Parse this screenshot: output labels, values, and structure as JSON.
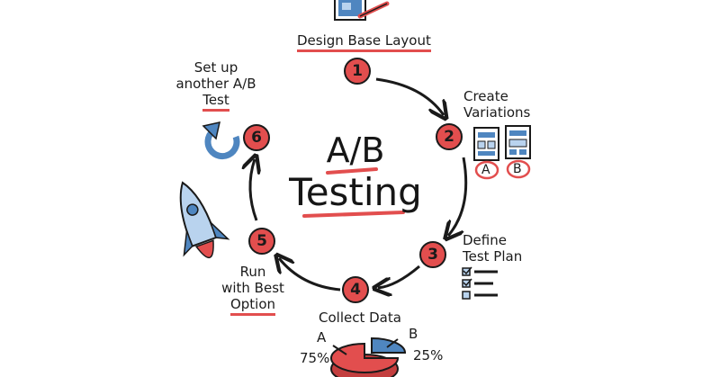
{
  "title": {
    "line1": "A/B",
    "line2": "Testing"
  },
  "steps": [
    {
      "number": "1",
      "label": "Design Base Layout"
    },
    {
      "number": "2",
      "label_line1": "Create",
      "label_line2": "Variations"
    },
    {
      "number": "3",
      "label_line1": "Define",
      "label_line2": "Test Plan"
    },
    {
      "number": "4",
      "label": "Collect Data"
    },
    {
      "number": "5",
      "label_line1": "Run",
      "label_line2": "with Best",
      "label_line3": "Option"
    },
    {
      "number": "6",
      "label_line1": "Set up",
      "label_line2": "another A/B",
      "label_line3": "Test"
    }
  ],
  "variations": {
    "a": "A",
    "b": "B"
  },
  "pie": {
    "a_label": "A",
    "a_value": "75%",
    "b_label": "B",
    "b_value": "25%",
    "a_fraction": 0.75,
    "b_fraction": 0.25
  },
  "icons": {
    "step1": "layout-pencil-icon",
    "step2": "variation-mockups-icon",
    "step3": "checklist-icon",
    "step4": "pie-chart-icon",
    "step5": "rocket-icon",
    "step6": "refresh-arrow-icon"
  },
  "colors": {
    "accent": "#e24e4e",
    "blue": "#4f86c0",
    "light_blue": "#b9d3ee",
    "ink": "#1a1a1a"
  }
}
